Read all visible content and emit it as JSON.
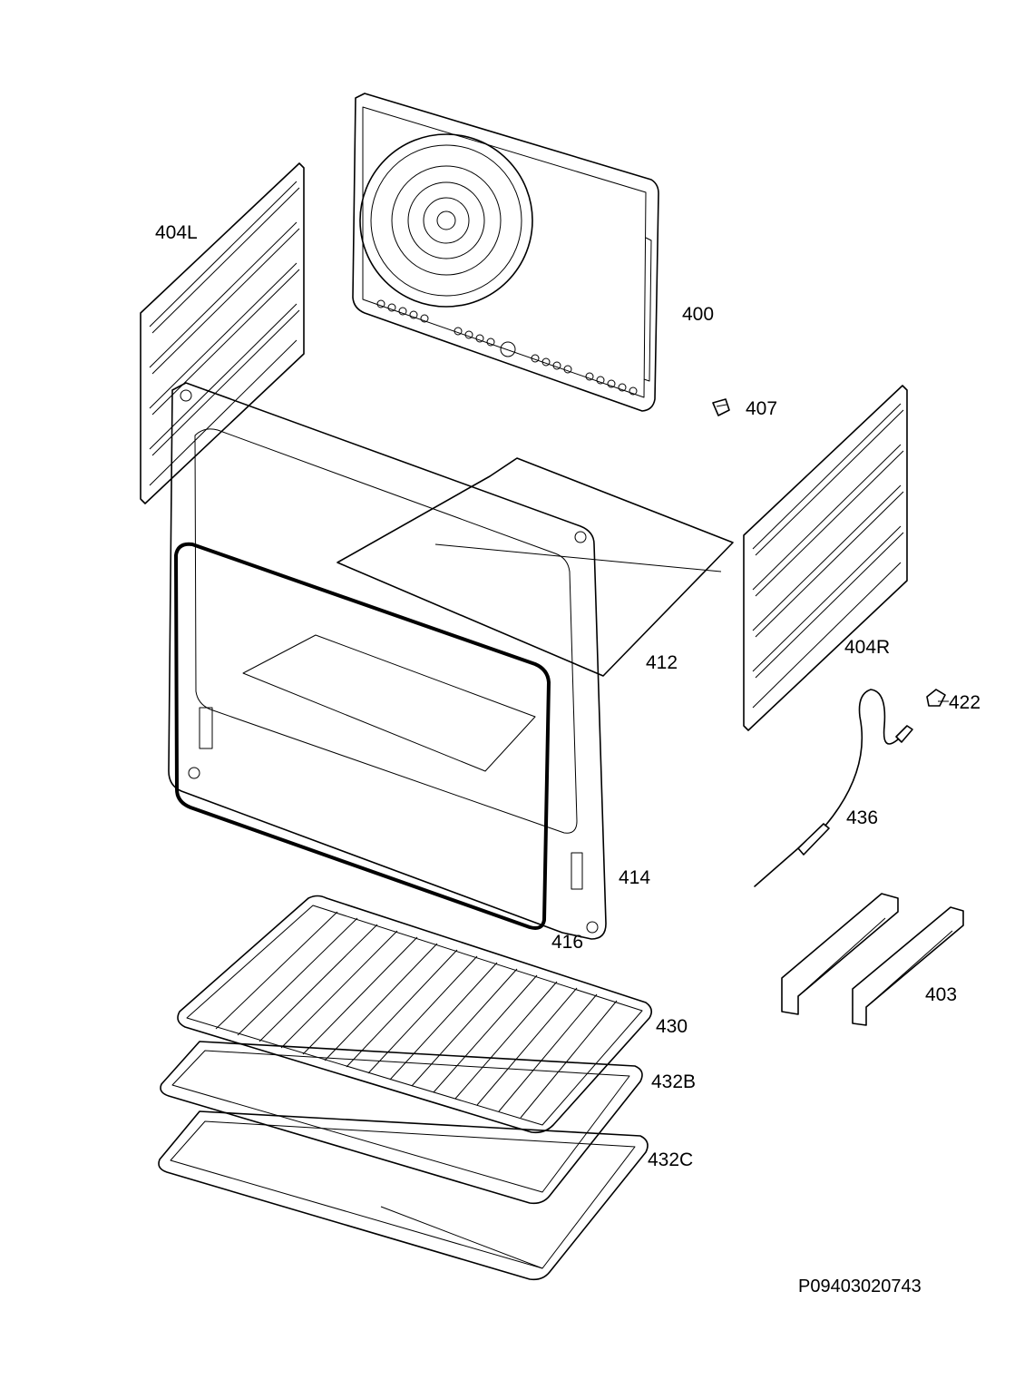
{
  "labels": {
    "p404L": "404L",
    "p400": "400",
    "p407": "407",
    "p404R": "404R",
    "p412": "412",
    "p422": "422",
    "p436": "436",
    "p414": "414",
    "p416": "416",
    "p403": "403",
    "p430": "430",
    "p432B": "432B",
    "p432C": "432C"
  },
  "document_id": "P09403020743"
}
